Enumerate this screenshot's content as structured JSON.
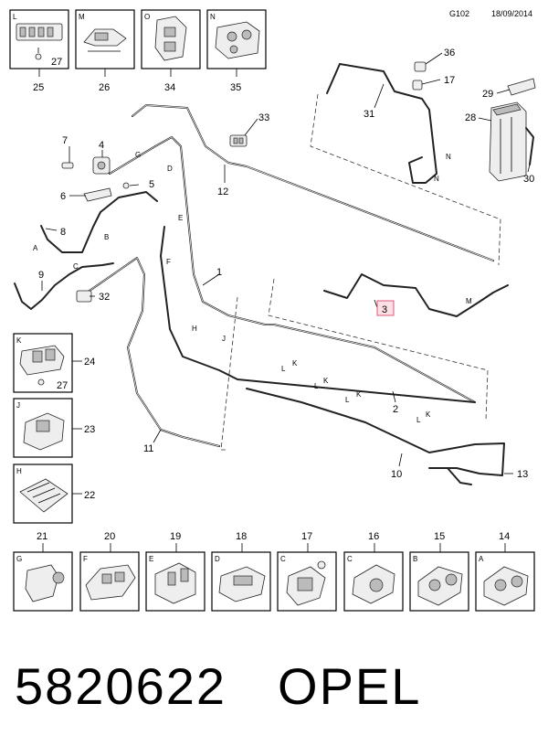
{
  "header": {
    "code": "G102",
    "date": "18/09/2014"
  },
  "footer": {
    "part_number": "5820622",
    "brand": "OPEL"
  },
  "top_boxes": [
    {
      "letter": "L",
      "number": "25",
      "sub_number": "27"
    },
    {
      "letter": "M",
      "number": "26"
    },
    {
      "letter": "O",
      "number": "34"
    },
    {
      "letter": "N",
      "number": "35"
    }
  ],
  "left_boxes": [
    {
      "letter": "K",
      "number": "24",
      "sub_number": "27"
    },
    {
      "letter": "J",
      "number": "23"
    },
    {
      "letter": "H",
      "number": "22"
    }
  ],
  "bottom_boxes": [
    {
      "letter": "G",
      "number": "21"
    },
    {
      "letter": "F",
      "number": "20"
    },
    {
      "letter": "E",
      "number": "19"
    },
    {
      "letter": "D",
      "number": "18"
    },
    {
      "letter": "C",
      "number": "17"
    },
    {
      "letter": "C",
      "number": "16"
    },
    {
      "letter": "B",
      "number": "15"
    },
    {
      "letter": "A",
      "number": "14"
    }
  ],
  "callouts": {
    "c1": "1",
    "c2": "2",
    "c3": "3",
    "c4": "4",
    "c5": "5",
    "c6": "6",
    "c7": "7",
    "c8": "8",
    "c9": "9",
    "c10": "10",
    "c11": "11",
    "c12": "12",
    "c13": "13",
    "c17": "17",
    "c28": "28",
    "c29": "29",
    "c30": "30",
    "c31": "31",
    "c32": "32",
    "c33": "33",
    "c36": "36"
  },
  "clip_letters": {
    "A": "A",
    "B": "B",
    "C": "C",
    "D": "D",
    "E": "E",
    "F": "F",
    "G": "G",
    "H": "H",
    "J": "J",
    "K": "K",
    "L": "L",
    "M": "M",
    "N": "N"
  }
}
